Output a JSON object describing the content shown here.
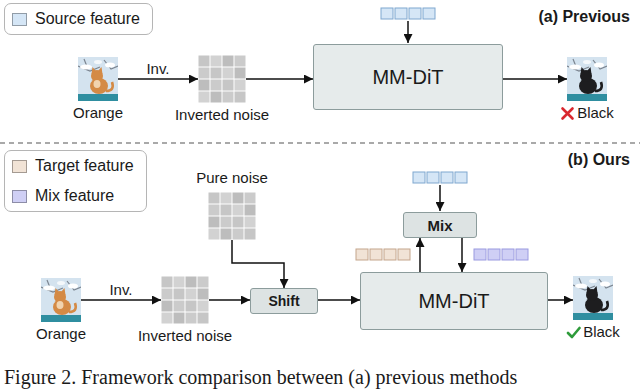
{
  "diagram": {
    "caption": "Figure 2. Framework comparison between (a) previous methods",
    "nodes": [
      {
        "text": [
          "Orange"
        ]
      },
      {
        "text": [
          "Inverted noise"
        ]
      },
      {
        "text": [
          "MM-DiT"
        ]
      },
      {
        "text": [
          "Black"
        ]
      },
      {
        "text": [
          "Pure noise"
        ]
      },
      {
        "text": [
          "Orange"
        ]
      },
      {
        "text": [
          "Inverted noise"
        ]
      },
      {
        "text": [
          "Shift"
        ]
      },
      {
        "text": [
          "Mix"
        ]
      },
      {
        "text": [
          "MM-DiT"
        ]
      },
      {
        "text": [
          "Black"
        ]
      }
    ],
    "edges": [
      {
        "from": 0,
        "to": 1,
        "label": "Inv.",
        "arrow": "to"
      },
      {
        "from": 1,
        "to": 2,
        "arrow": "to"
      },
      {
        "from": 2,
        "to": 3,
        "arrow": "to"
      },
      {
        "from": 5,
        "to": 6,
        "label": "Inv.",
        "arrow": "to"
      },
      {
        "from": 6,
        "to": 7,
        "arrow": "to"
      },
      {
        "from": 4,
        "to": 7,
        "arrow": "to"
      },
      {
        "from": 7,
        "to": 9,
        "arrow": "to"
      },
      {
        "from": 9,
        "to": 8,
        "arrow": "to"
      },
      {
        "from": 8,
        "to": 9,
        "arrow": "to"
      },
      {
        "from": 9,
        "to": 10,
        "arrow": "to"
      }
    ],
    "labels": [
      "(a) Previous",
      "(b) Ours"
    ],
    "legend": [
      {
        "text": "Source feature",
        "color": "#d5e6f6"
      },
      {
        "text": "Target feature",
        "color": "#f1e3d6"
      },
      {
        "text": "Mix feature",
        "color": "#cfcff5"
      }
    ]
  }
}
